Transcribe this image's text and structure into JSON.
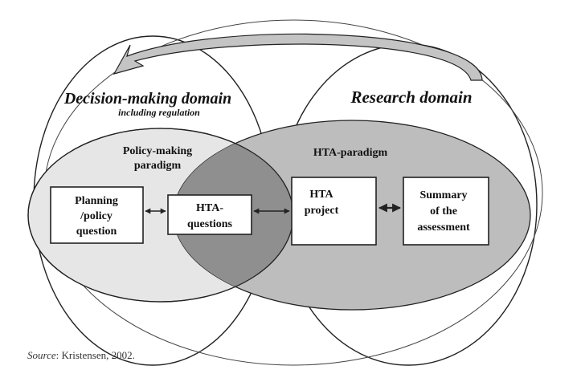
{
  "domains": {
    "decision": {
      "title": "Decision-making domain",
      "subtitle": "including regulation"
    },
    "research": {
      "title": "Research domain"
    }
  },
  "paradigms": {
    "policy": {
      "line1": "Policy-making",
      "line2": "paradigm"
    },
    "hta": {
      "label": "HTA-paradigm"
    }
  },
  "boxes": {
    "planning": [
      "Planning",
      "/policy",
      "question"
    ],
    "hta_questions": [
      "HTA-",
      "questions"
    ],
    "hta_project": [
      "HTA",
      "project"
    ],
    "summary": [
      "Summary",
      "of the",
      "assessment"
    ]
  },
  "source": {
    "label": "Source",
    "text": ": Kristensen, 2002."
  },
  "colors": {
    "policy_fill": "#e6e6e6",
    "hta_fill": "#bdbdbd",
    "overlap_fill": "#8f8f8f",
    "outline": "#222222",
    "arrow_fill": "#c4c4c4"
  }
}
